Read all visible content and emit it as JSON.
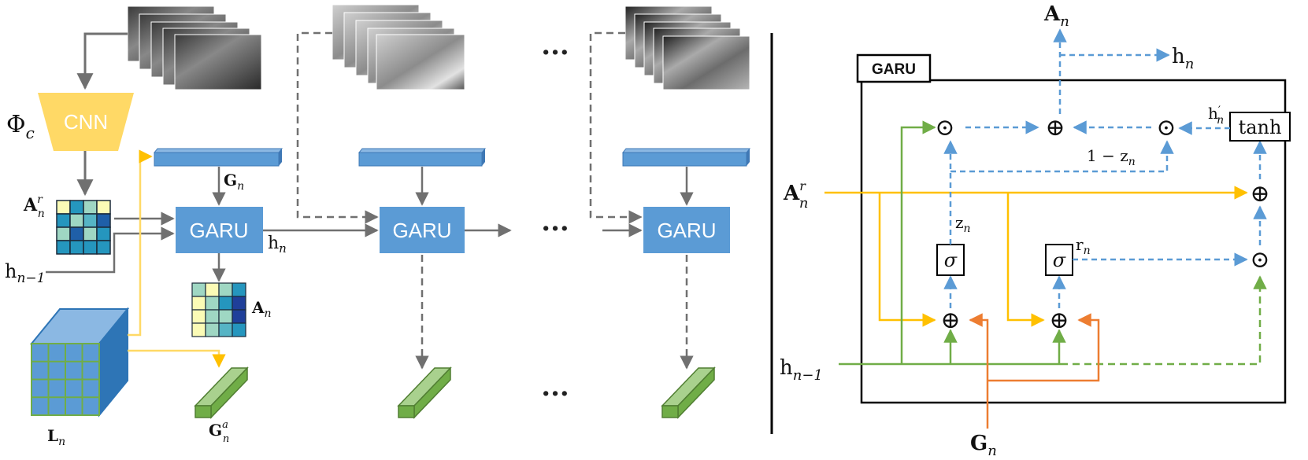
{
  "left": {
    "cnn_symbol": "Φ",
    "cnn_symbol_sub": "c",
    "cnn_label": "CNN",
    "garu_label": "GARU",
    "ellipsis": "···",
    "attn_prior": "A",
    "attn_prior_sup": "r",
    "attn_prior_sub": "n",
    "hidden_prev": "h",
    "hidden_prev_sub": "n−1",
    "hidden_out": "h",
    "hidden_out_sub": "n",
    "global_feat": "G",
    "global_feat_sub": "n",
    "attn_out": "A",
    "attn_out_sub": "n",
    "local_feat": "L",
    "local_feat_sub": "n",
    "attended_feat": "G",
    "attended_feat_sup": "a",
    "attended_feat_sub": "n"
  },
  "right": {
    "box_title": "GARU",
    "out_attn": "A",
    "out_attn_sub": "n",
    "out_hidden": "h",
    "out_hidden_sub": "n",
    "in_attn": "A",
    "in_attn_sup": "r",
    "in_attn_sub": "n",
    "in_hidden": "h",
    "in_hidden_sub": "n−1",
    "in_global": "G",
    "in_global_sub": "n",
    "tanh_label": "tanh",
    "sigma_label": "σ",
    "hprime": "h",
    "hprime_sup": "′",
    "hprime_sub": "n",
    "one_minus_z": "1 − z",
    "one_minus_z_sub": "n",
    "z_label": "z",
    "z_sub": "n",
    "r_label": "r",
    "r_sub": "n",
    "odot": "⊙",
    "oplus": "⊕"
  },
  "colors": {
    "garu_blue": "#5b9bd5",
    "cnn_yellow": "#ffd966",
    "feature_green": "#70ad47",
    "arrow_gray": "#707070",
    "orange": "#ed7d31",
    "yellow_line": "#ffc000",
    "dashed_blue": "#5b9bd5"
  }
}
